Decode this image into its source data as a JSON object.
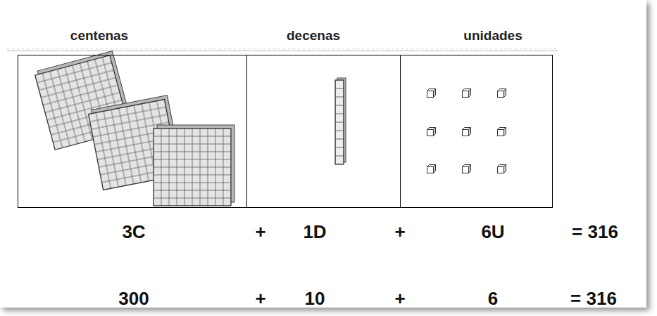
{
  "diagram": {
    "nodes": [
      {
        "text": [
          "centenas"
        ]
      },
      {
        "text": [
          "decenas"
        ]
      },
      {
        "text": [
          "unidades"
        ]
      }
    ],
    "labels": [
      "3C",
      "+",
      "1D",
      "+",
      "6U",
      "= 316",
      "300",
      "+",
      "10",
      "+",
      "6",
      "= 316"
    ]
  }
}
